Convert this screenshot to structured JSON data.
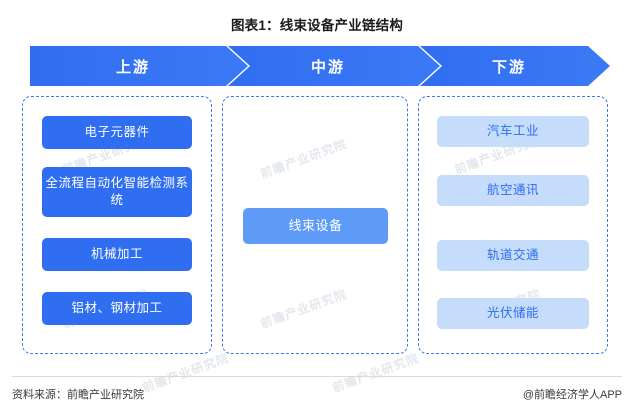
{
  "title": "图表1：线束设备产业链结构",
  "bands": {
    "upstream_label": "上游",
    "midstream_label": "中游",
    "downstream_label": "下游"
  },
  "upstream": {
    "nodes": [
      {
        "label": "电子元器件"
      },
      {
        "label": "全流程自动化智能检测系统"
      },
      {
        "label": "机械加工"
      },
      {
        "label": "铝材、钢材加工"
      }
    ]
  },
  "midstream": {
    "nodes": [
      {
        "label": "线束设备"
      }
    ]
  },
  "downstream": {
    "nodes": [
      {
        "label": "汽车工业"
      },
      {
        "label": "航空通讯"
      },
      {
        "label": "轨道交通"
      },
      {
        "label": "光伏储能"
      }
    ]
  },
  "watermarks": {
    "text": "前瞻产业研究院"
  },
  "footer": {
    "source": "资料来源：前瞻产业研究院",
    "brand": "@前瞻经济学人APP"
  },
  "colors": {
    "primary_blue": "#2f6ef0",
    "mid_blue": "#5d9bf7",
    "light_blue": "#c5dcfb",
    "dashed_border": "#3b79f5"
  }
}
